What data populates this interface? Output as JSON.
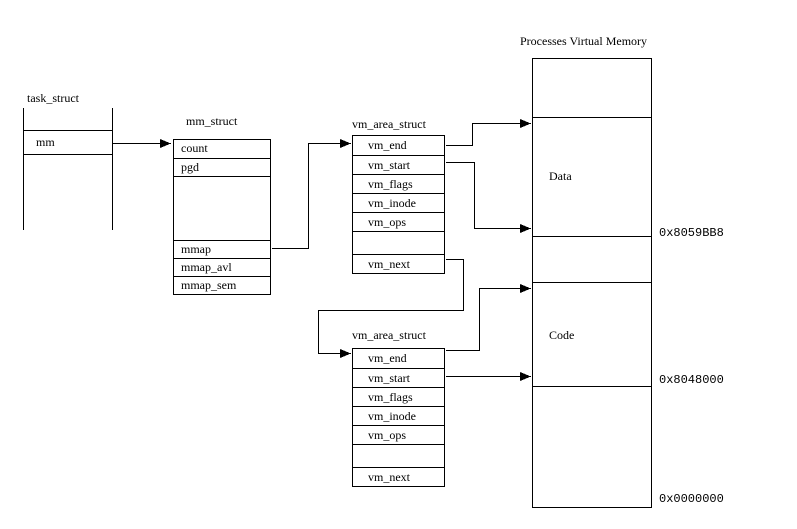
{
  "task_struct": {
    "label": "task_struct",
    "rows": [
      "mm"
    ]
  },
  "mm_struct": {
    "label": "mm_struct",
    "rows": [
      "count",
      "pgd",
      "",
      "mmap",
      "mmap_avl",
      "mmap_sem"
    ]
  },
  "vm_area_struct_1": {
    "label": "vm_area_struct",
    "rows": [
      "vm_end",
      "vm_start",
      "vm_flags",
      "vm_inode",
      "vm_ops",
      "",
      "vm_next"
    ]
  },
  "vm_area_struct_2": {
    "label": "vm_area_struct",
    "rows": [
      "vm_end",
      "vm_start",
      "vm_flags",
      "vm_inode",
      "vm_ops",
      "",
      "vm_next"
    ]
  },
  "memory_map": {
    "title": "Processes Virtual Memory",
    "regions": [
      "Data",
      "Code"
    ],
    "addresses": [
      "0x8059BB8",
      "0x8048000",
      "0x0000000"
    ]
  },
  "colors": {
    "line": "#000000",
    "background": "#ffffff"
  }
}
